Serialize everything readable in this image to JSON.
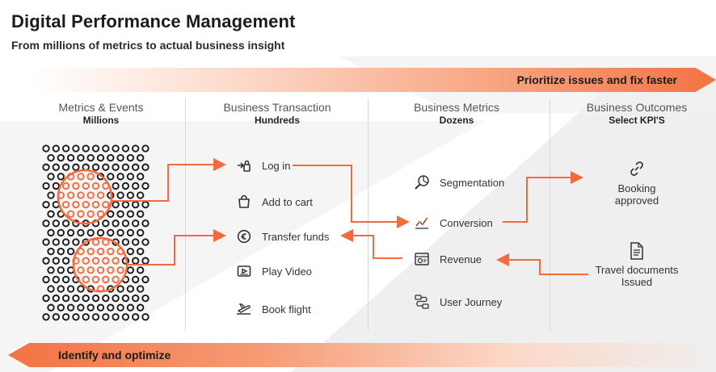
{
  "header": {
    "title": "Digital Performance Management",
    "subtitle": "From millions of metrics to actual business insight"
  },
  "banners": {
    "top": "Prioritize issues and fix faster",
    "bottom": "Identify and optimize"
  },
  "colors": {
    "accent": "#f26a3d",
    "dot": "#1a1a1a",
    "divider": "#d7d7d7"
  },
  "columns": [
    {
      "title": "Metrics & Events",
      "subtitle": "Millions"
    },
    {
      "title": "Business Transaction",
      "subtitle": "Hundreds"
    },
    {
      "title": "Business Metrics",
      "subtitle": "Dozens"
    },
    {
      "title": "Business Outcomes",
      "subtitle": "Select KPI'S"
    }
  ],
  "transactions": [
    {
      "label": "Log in",
      "icon": "login-icon"
    },
    {
      "label": "Add to cart",
      "icon": "shopping-bag-icon"
    },
    {
      "label": "Transfer funds",
      "icon": "currency-icon"
    },
    {
      "label": "Play Video",
      "icon": "video-play-icon"
    },
    {
      "label": "Book flight",
      "icon": "airplane-icon"
    }
  ],
  "metrics": [
    {
      "label": "Segmentation",
      "icon": "segmentation-icon"
    },
    {
      "label": "Conversion",
      "icon": "conversion-chart-icon"
    },
    {
      "label": "Revenue",
      "icon": "revenue-icon"
    },
    {
      "label": "User Journey",
      "icon": "user-journey-icon"
    }
  ],
  "outcomes": [
    {
      "label_line1": "Booking",
      "label_line2": "approved",
      "icon": "link-chain-icon"
    },
    {
      "label_line1": "Travel documents",
      "label_line2": "Issued",
      "icon": "document-icon"
    }
  ]
}
